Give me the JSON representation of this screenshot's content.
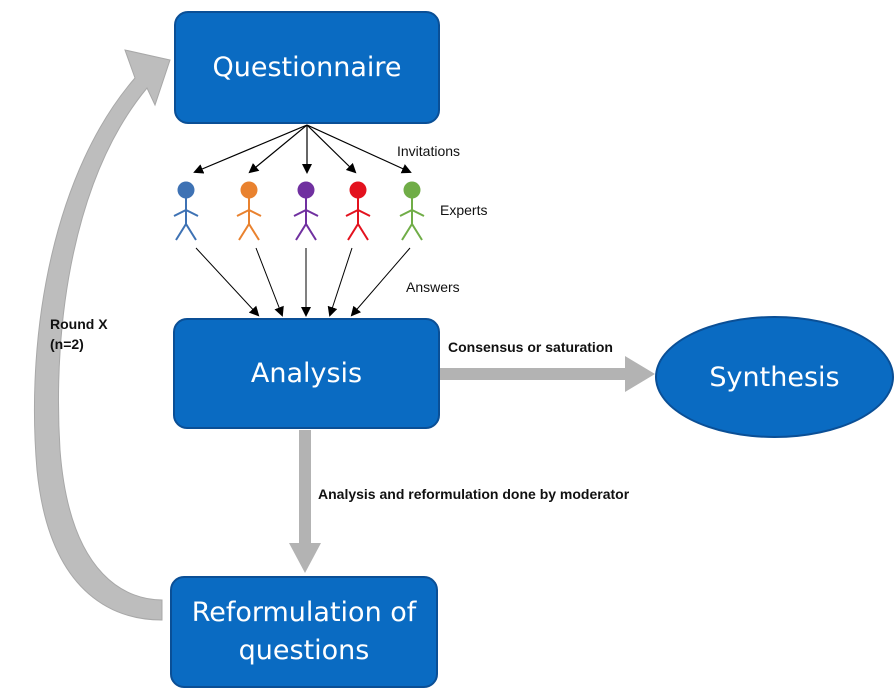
{
  "nodes": {
    "questionnaire": "Questionnaire",
    "analysis": "Analysis",
    "synthesis": "Synthesis",
    "reformulation_line1": "Reformulation of",
    "reformulation_line2": "questions"
  },
  "labels": {
    "invitations": "Invitations",
    "experts": "Experts",
    "answers": "Answers",
    "consensus": "Consensus or saturation",
    "moderator": "Analysis and reformulation done by moderator",
    "round_line1": "Round X",
    "round_line2": "(n=2)"
  },
  "expert_colors": [
    "#3e72b4",
    "#e9822f",
    "#7030a0",
    "#e3121e",
    "#70ad47"
  ],
  "colors": {
    "box_fill": "#0a6bc2",
    "arrow_gray": "#b3b3b3"
  }
}
